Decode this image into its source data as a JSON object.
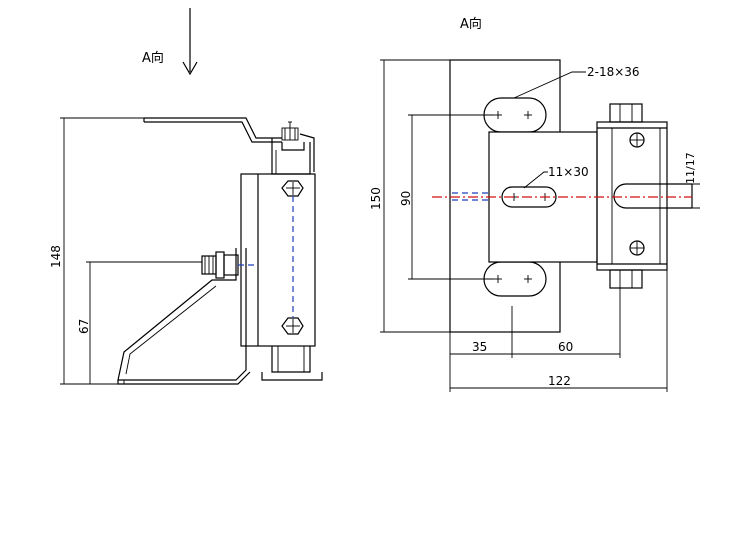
{
  "view_label_left": "A向",
  "view_label_right": "A向",
  "dimensions": {
    "overall_height": "148",
    "mount_height": "67",
    "height_150": "150",
    "slot_spacing_90": "90",
    "slot_spec": "2-18×36",
    "center_slot": "11×30",
    "side_slot": "11/17",
    "offset_35": "35",
    "offset_60": "60",
    "overall_width": "122"
  },
  "colors": {
    "outline": "#000000",
    "hidden_line": "#1f3fbf",
    "center_line": "#d01010"
  }
}
